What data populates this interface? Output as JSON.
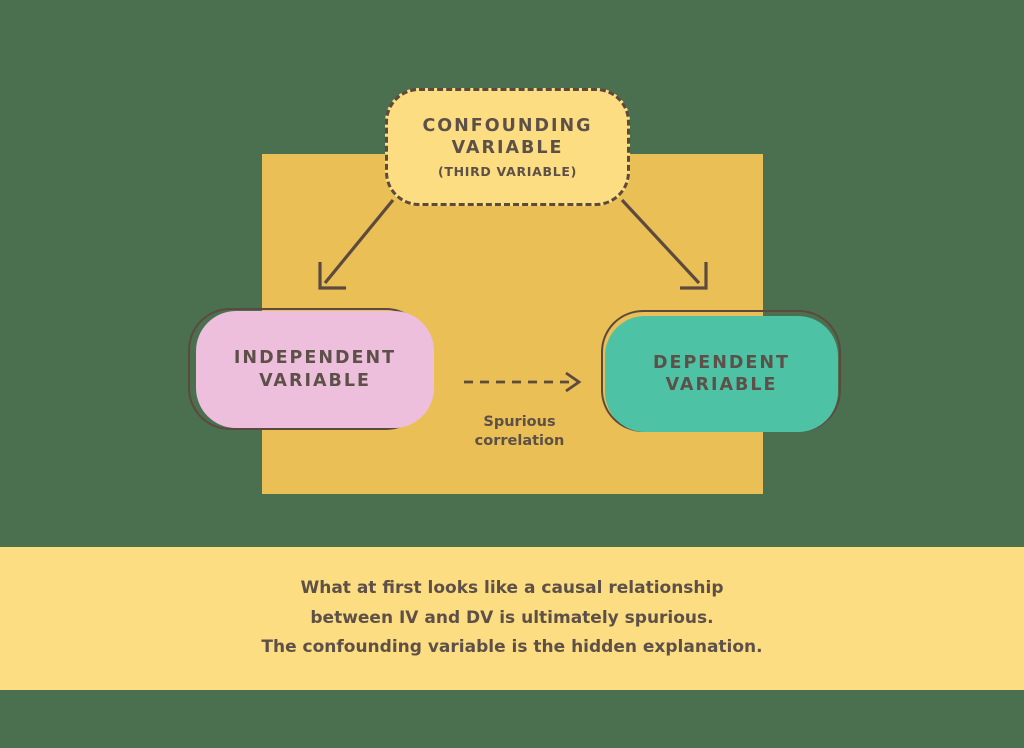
{
  "colors": {
    "background_green": "#4a7050",
    "golden_panel": "#e9bf56",
    "caption_band": "#fcdd82",
    "confounding_fill": "#fcdd82",
    "independent_fill": "#edbfdd",
    "dependent_fill": "#4ec2a4",
    "outline": "#5d4a3e",
    "text": "#5d5048"
  },
  "nodes": {
    "confounding": {
      "title_line1": "CONFOUNDING",
      "title_line2": "VARIABLE",
      "subtitle": "(THIRD VARIABLE)"
    },
    "independent": {
      "title_line1": "INDEPENDENT",
      "title_line2": "VARIABLE"
    },
    "dependent": {
      "title_line1": "DEPENDENT",
      "title_line2": "VARIABLE"
    }
  },
  "edges": {
    "confounding_to_independent": {
      "style": "solid",
      "label": ""
    },
    "confounding_to_dependent": {
      "style": "solid",
      "label": ""
    },
    "independent_to_dependent": {
      "style": "dashed",
      "label_line1": "Spurious",
      "label_line2": "correlation"
    }
  },
  "caption": {
    "line1": "What at first looks like a causal relationship",
    "line2": "between IV and DV is ultimately spurious.",
    "line3": "The confounding variable is the hidden explanation."
  }
}
